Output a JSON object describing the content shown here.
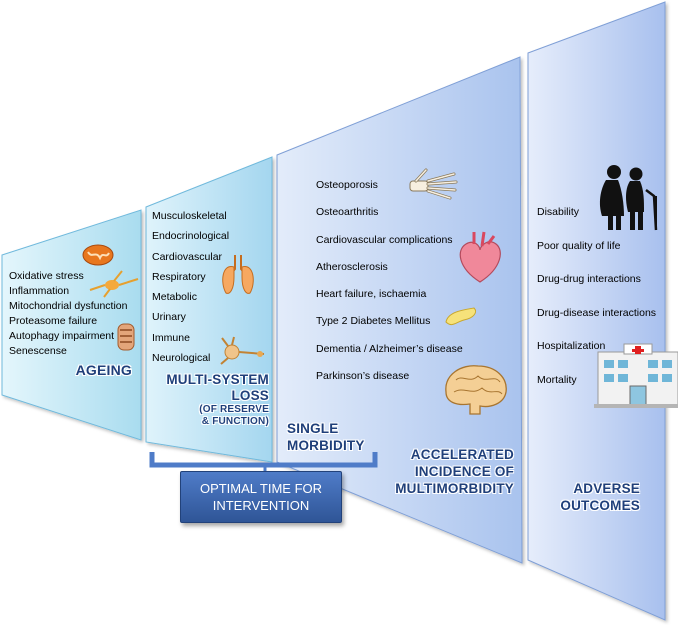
{
  "stages": {
    "ageing": {
      "heading": "AGEING",
      "items": [
        "Oxidative stress",
        "Inflammation",
        "Mitochondrial dysfunction",
        "Proteasome failure",
        "Autophagy impairment",
        "Senescense"
      ]
    },
    "multi_system": {
      "heading_line1": "MULTI-SYSTEM",
      "heading_line2": "LOSS",
      "heading_sub1": "(OF RESERVE",
      "heading_sub2": "& FUNCTION)",
      "items": [
        "Musculoskeletal",
        "Endocrinological",
        "Cardiovascular",
        "Respiratory",
        "Metabolic",
        "Urinary",
        "Immune",
        "Neurological"
      ]
    },
    "single_morbidity": {
      "heading_line1": "SINGLE",
      "heading_line2": "MORBIDITY",
      "items": [
        "Osteoporosis",
        "Osteoarthritis",
        "Cardiovascular complications",
        "Atherosclerosis",
        "Heart failure, ischaemia",
        "Type 2 Diabetes Mellitus",
        "Dementia / Alzheimer’s disease",
        "Parkinson’s disease"
      ]
    },
    "multimorbidity": {
      "heading_line1": "ACCELERATED",
      "heading_line2": "INCIDENCE OF",
      "heading_line3": "MULTIMORBIDITY"
    },
    "adverse": {
      "heading_line1": "ADVERSE",
      "heading_line2": "OUTCOMES",
      "items": [
        "Disability",
        "Poor quality of life",
        "Drug-drug interactions",
        "Drug-disease interactions",
        "Hospitalization",
        "Mortality"
      ]
    }
  },
  "intervention": {
    "line1": "OPTIMAL TIME FOR",
    "line2": "INTERVENTION"
  },
  "icons": [
    "mitochondrion-icon",
    "neuron-icon",
    "autophagy-icon",
    "lungs-icon",
    "neuron-icon",
    "hand-bones-icon",
    "heart-icon",
    "pancreas-icon",
    "brain-icon",
    "elderly-couple-icon",
    "hospital-icon"
  ],
  "colors": {
    "ageing_fill": "#c9ecf7",
    "multi_fill": "#bfe6f5",
    "single_fill": "#c9dcf5",
    "accelerated_fill": "#bdd0f2",
    "adverse_fill": "#c2d3f3",
    "heading_text": "#1f3f7a",
    "intervention_fill": "#3d66b0"
  }
}
